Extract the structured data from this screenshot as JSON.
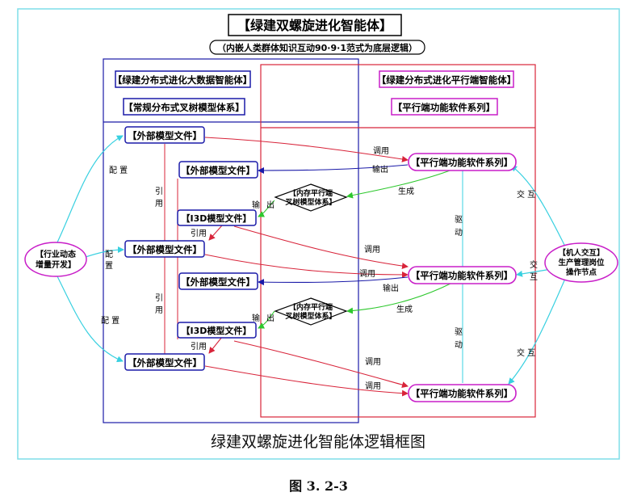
{
  "title": "【绿建双螺旋进化智能体】",
  "subtitle": "（内嵌人类群体知识互动90·9·1范式为底层逻辑）",
  "left_system": {
    "header1": "【绿建分布式进化大数据智能体】",
    "header2": "【常规分布式叉树模型体系】"
  },
  "right_system": {
    "header1": "【绿建分布式进化平行端智能体】",
    "header2": "【平行端功能软件系列】"
  },
  "left_node": {
    "line1": "【行业动态",
    "line2": "增量开发】"
  },
  "right_node": {
    "line1": "【机人交互】",
    "line2": "生产管理岗位",
    "line3": "操作节点"
  },
  "boxes": {
    "external_model": "【外部模型文件】",
    "i3d_model": "【I3D模型文件】",
    "parallel_software": "【平行端功能软件系列】",
    "diamond_line1": "【内存平行端",
    "diamond_line2": "叉树模型体系】"
  },
  "labels": {
    "config": "配 置",
    "config_v1": "配",
    "config_v2": "置",
    "cite_v1": "引",
    "cite_v2": "用",
    "cite": "引用",
    "call": "调用",
    "output": "输出",
    "output_v1": "输",
    "output_v2": "出",
    "generate": "生成",
    "drive_v1": "驱",
    "drive_v2": "动",
    "interact_v1": "交",
    "interact_v2": "互",
    "interact": "交 互"
  },
  "bottom_title": "绿建双螺旋进化智能体逻辑框图",
  "figure_caption": "图 3. 2-3",
  "colors": {
    "navy": "#1a1aa8",
    "red": "#d8243a",
    "magenta": "#c81ec8",
    "cyan": "#38d0e0",
    "green": "#2ec82e",
    "frame": "#7fdde8"
  }
}
